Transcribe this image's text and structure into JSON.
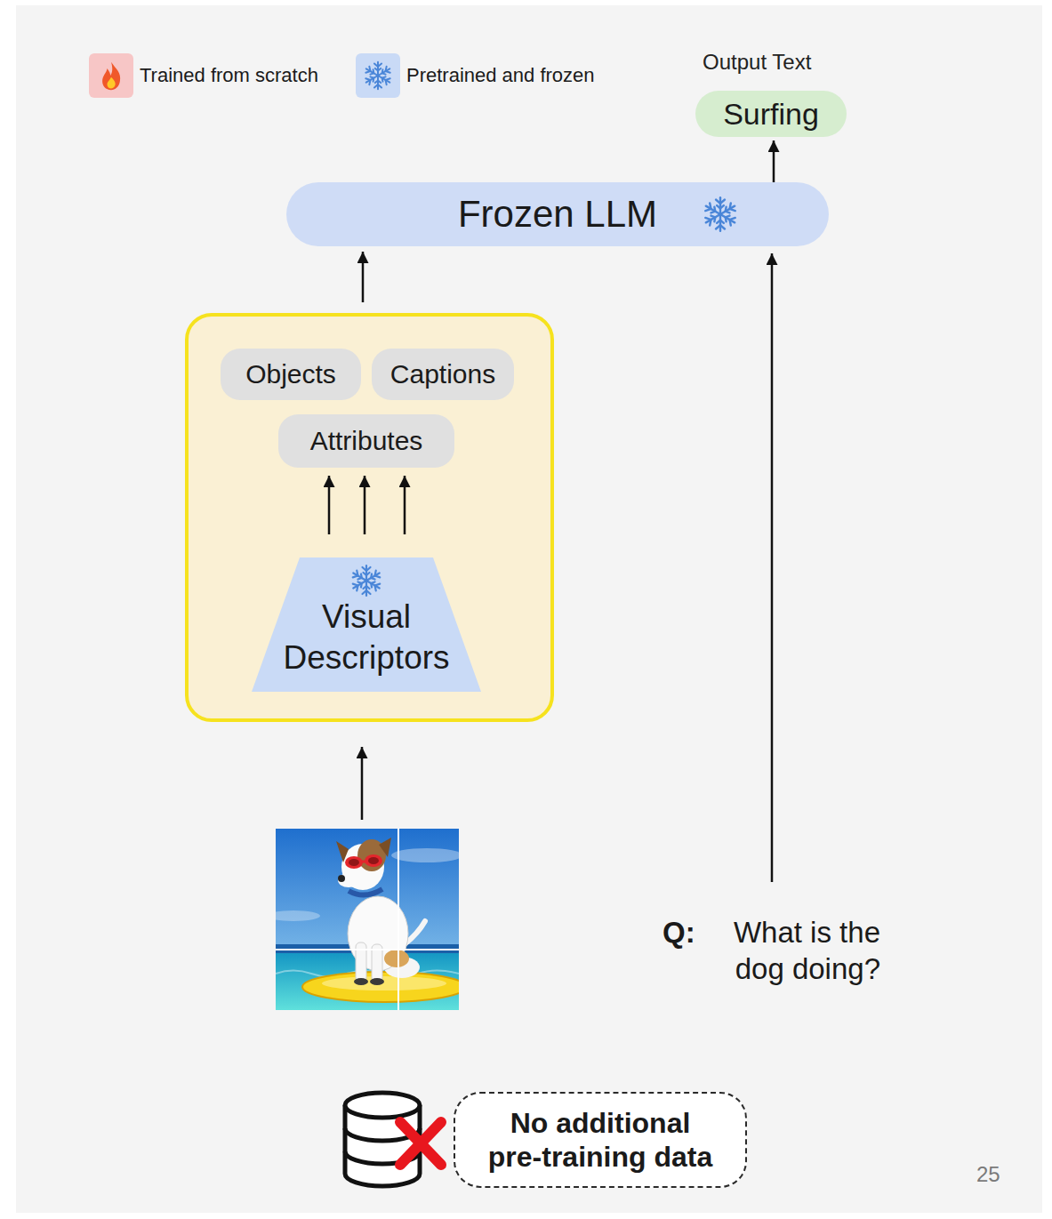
{
  "diagram": {
    "nodes": [
      {
        "text": [
          "Output Text",
          "Surfing"
        ]
      },
      {
        "text": [
          "Frozen LLM"
        ]
      },
      {
        "text": []
      },
      {
        "text": [
          "Objects"
        ],
        "in": 2
      },
      {
        "text": [
          "Captions"
        ],
        "in": 2
      },
      {
        "text": [
          "Attributes"
        ],
        "in": 2
      },
      {
        "text": [
          "Visual Descriptors"
        ],
        "in": 2
      },
      {
        "text": [
          "No additional pre-training data"
        ]
      }
    ],
    "edges": [
      {
        "from": 1,
        "to": 0,
        "arrow": "to"
      },
      {
        "from": 2,
        "to": 1,
        "arrow": "to"
      },
      {
        "from": 6,
        "to": 5,
        "arrow": "to"
      },
      {
        "from": 6,
        "to": 5,
        "arrow": "to"
      },
      {
        "from": 6,
        "to": 5,
        "arrow": "to"
      }
    ],
    "labels": [
      "Q:",
      "What is the dog doing?",
      "25"
    ],
    "legend": [
      {
        "text": "Trained from scratch",
        "color": "#f7c6c6"
      },
      {
        "text": "Pretrained and frozen",
        "color": "#c9daf6"
      }
    ]
  }
}
